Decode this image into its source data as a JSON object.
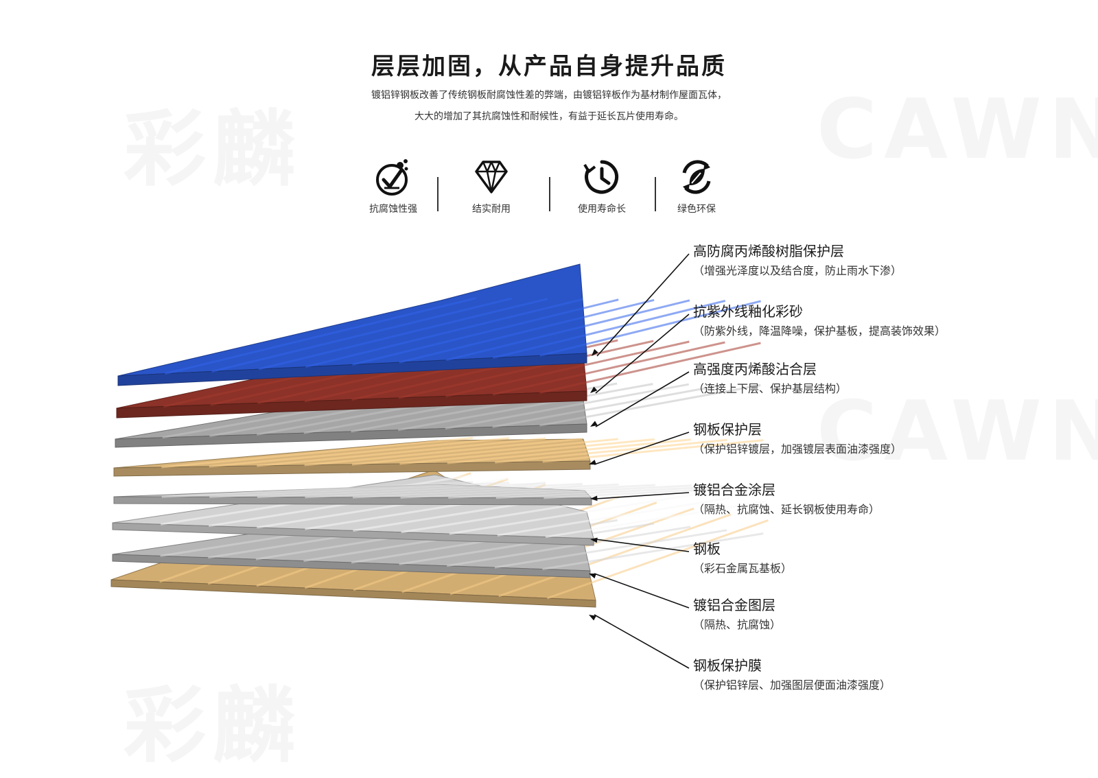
{
  "headline": "层层加固，从产品自身提升品质",
  "intro": {
    "line1": "镀铝锌钢板改善了传统钢板耐腐蚀性差的弊端，由镀铝锌板作为基材制作屋面瓦体，",
    "line2": "大大的增加了其抗腐蚀性和耐候性，有益于延长瓦片使用寿命。"
  },
  "features": [
    {
      "label": "抗腐蚀性强",
      "icon": "anti-corrosion-icon"
    },
    {
      "label": "结实耐用",
      "icon": "diamond-icon"
    },
    {
      "label": "使用寿命长",
      "icon": "clock-icon"
    },
    {
      "label": "绿色环保",
      "icon": "leaf-recycle-icon"
    }
  ],
  "layers": [
    {
      "title": "高防腐丙烯酸树脂保护层",
      "desc": "（增强光泽度以及结合度，防止雨水下渗）",
      "color": "#2a55c8"
    },
    {
      "title": "抗紫外线釉化彩砂",
      "desc": "（防紫外线，降温降噪，保护基板，提高装饰效果）",
      "color": "#8c3228"
    },
    {
      "title": "高强度丙烯酸沾合层",
      "desc": "（连接上下层、保护基层结构）",
      "color": "#a6a6a6"
    },
    {
      "title": "钢板保护层",
      "desc": "（保护铝锌镀层，加强镀层表面油漆强度）",
      "color": "#d8b47a"
    },
    {
      "title": "镀铝合金涂层",
      "desc": "（隔热、抗腐蚀、延长钢板使用寿命）",
      "color": "#c4c4c4"
    },
    {
      "title": "钢板",
      "desc": "（彩石金属瓦基板）",
      "color": "#d2d2d2"
    },
    {
      "title": "镀铝合金图层",
      "desc": "（隔热、抗腐蚀）",
      "color": "#b6b6b6"
    },
    {
      "title": "钢板保护膜",
      "desc": "（保护铝锌层、加强图层便面油漆强度）",
      "color": "#d2ad72"
    }
  ],
  "watermark": {
    "latin": "CAWN",
    "cn": "彩麟"
  }
}
